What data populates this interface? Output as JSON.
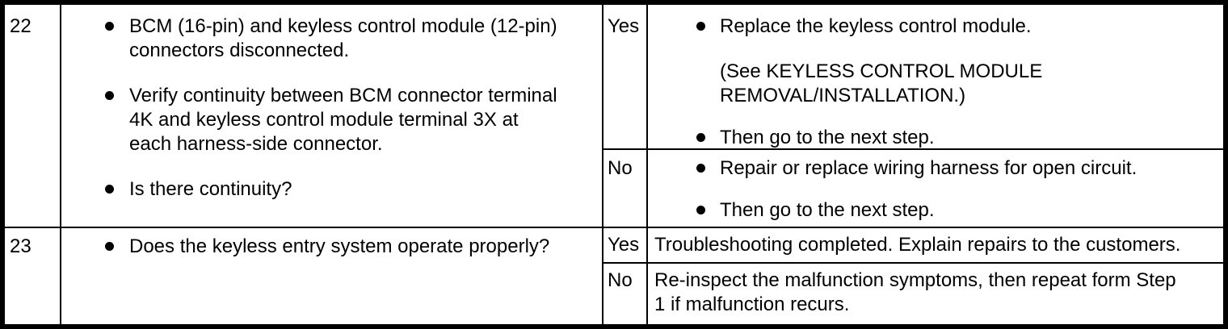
{
  "colors": {
    "border": "#000000",
    "text": "#000000",
    "background": "#ffffff"
  },
  "table": {
    "rows": [
      {
        "step": "22",
        "inspection": {
          "bullets": [
            "BCM (16-pin) and keyless control module (12-pin)\nconnectors disconnected.",
            "Verify continuity between BCM connector terminal\n4K and keyless control module terminal 3X at\neach harness-side connector.",
            "Is there continuity?"
          ]
        },
        "branches": [
          {
            "answer": "Yes",
            "items": [
              "Replace the keyless control module.",
              "(See KEYLESS CONTROL MODULE\nREMOVAL/INSTALLATION.)",
              "Then go to the next step."
            ]
          },
          {
            "answer": "No",
            "items": [
              "Repair or replace wiring harness for open circuit.",
              "Then go to the next step."
            ]
          }
        ]
      },
      {
        "step": "23",
        "inspection": {
          "bullets": [
            "Does the keyless entry system operate properly?"
          ]
        },
        "branches": [
          {
            "answer": "Yes",
            "text": "Troubleshooting completed. Explain repairs to the customers."
          },
          {
            "answer": "No",
            "text": "Re-inspect the malfunction symptoms, then repeat form Step\n1 if malfunction recurs."
          }
        ]
      }
    ]
  }
}
